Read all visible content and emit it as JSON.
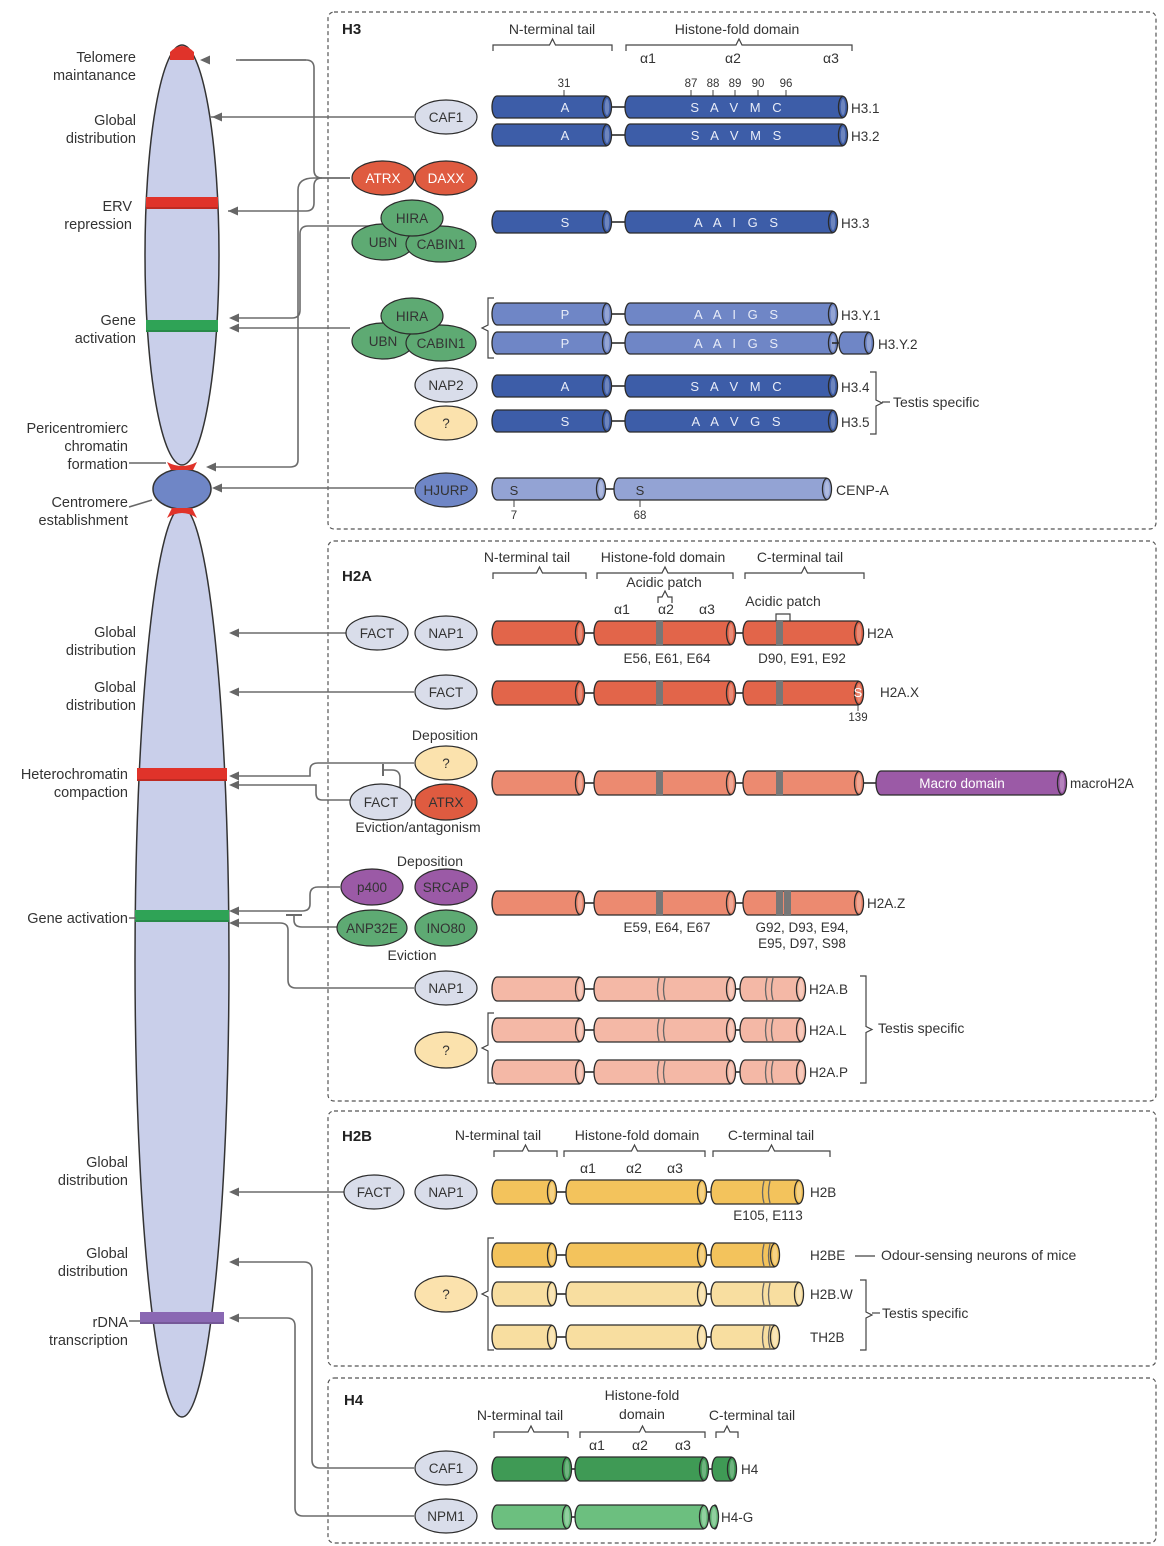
{
  "colors": {
    "h3": "#3d5da8",
    "h3_light": "#6f86c6",
    "cenpa": "#93a3d4",
    "h2a": "#e2654a",
    "h2a_mid": "#ec8a70",
    "h2a_light": "#f4b8a6",
    "h2b": "#f3c35c",
    "h2b_light": "#f8dea0",
    "h4": "#3f9a55",
    "h4_light": "#6cbf7f",
    "chap_grey": "#d9ddea",
    "chap_red": "#df5b40",
    "chap_green": "#5eaa73",
    "chap_yellow": "#fbe2ad",
    "chap_purple": "#9b5aa6",
    "chap_blue": "#6f86c6",
    "chrom_body": "#c9cfea",
    "band_red": "#e0332a",
    "band_green": "#2fa356",
    "band_purple": "#8a68b3"
  },
  "chromosome_labels": [
    "Telomere\nmaintanance",
    "Global\ndistribution",
    "ERV\nrepression",
    "Gene\nactivation",
    "Pericentromierc\nchromatin\nformation",
    "Centromere\nestablishment",
    "Global\ndistribution",
    "Global\ndistribution",
    "Heterochromatin\ncompaction",
    "Gene activation",
    "Global\ndistribution",
    "Global\ndistribution",
    "rDNA\ntranscription"
  ],
  "h3": {
    "title": "H3",
    "domain_headers": [
      "N-terminal tail",
      "Histone-fold domain"
    ],
    "helices": [
      "α1",
      "α2",
      "α3"
    ],
    "positions": [
      "31",
      "87",
      "88",
      "89",
      "90",
      "96"
    ],
    "chaperones": [
      "CAF1",
      "ATRX",
      "DAXX",
      "HIRA",
      "UBN",
      "CABIN1",
      "HIRA",
      "UBN",
      "CABIN1",
      "NAP2",
      "?",
      "HJURP"
    ],
    "variants": [
      {
        "name": "H3.1",
        "tail": "A",
        "fold": "S A V M C"
      },
      {
        "name": "H3.2",
        "tail": "A",
        "fold": "S A V M S"
      },
      {
        "name": "H3.3",
        "tail": "S",
        "fold": "A A I G S"
      },
      {
        "name": "H3.Y.1",
        "tail": "P",
        "fold": "A A I G S"
      },
      {
        "name": "H3.Y.2",
        "tail": "P",
        "fold": "A A I G S"
      },
      {
        "name": "H3.4",
        "tail": "A",
        "fold": "S A V M C"
      },
      {
        "name": "H3.5",
        "tail": "S",
        "fold": "A A V G S"
      },
      {
        "name": "CENP-A",
        "tail": "S",
        "fold": "S"
      }
    ],
    "cenpa_positions": [
      "7",
      "68"
    ],
    "testis_note": "Testis specific"
  },
  "h2a": {
    "title": "H2A",
    "domain_headers": [
      "N-terminal tail",
      "Histone-fold domain",
      "C-terminal tail"
    ],
    "acidic_patch": "Acidic patch",
    "helices": [
      "α1",
      "α2",
      "α3"
    ],
    "residues_fold": "E56, E61, E64",
    "residues_c": "D90, E91, E92",
    "h2ax_pos": "139",
    "h2ax_residue": "S",
    "macro_domain": "Macro domain",
    "deposition": "Deposition",
    "eviction_antagonism": "Eviction/antagonism",
    "eviction": "Eviction",
    "h2az_fold": "E59, E64, E67",
    "h2az_c_line1": "G92, D93, E94,",
    "h2az_c_line2": "E95, D97, S98",
    "chaperones": [
      "FACT",
      "NAP1",
      "FACT",
      "?",
      "FACT",
      "ATRX",
      "p400",
      "SRCAP",
      "ANP32E",
      "INO80",
      "NAP1",
      "?"
    ],
    "variants": [
      "H2A",
      "H2A.X",
      "macroH2A",
      "H2A.Z",
      "H2A.B",
      "H2A.L",
      "H2A.P"
    ],
    "testis_note": "Testis specific"
  },
  "h2b": {
    "title": "H2B",
    "domain_headers": [
      "N-terminal tail",
      "Histone-fold domain",
      "C-terminal tail"
    ],
    "helices": [
      "α1",
      "α2",
      "α3"
    ],
    "residues": "E105, E113",
    "chaperones": [
      "FACT",
      "NAP1",
      "?"
    ],
    "variants": [
      "H2B",
      "H2BE",
      "H2B.W",
      "TH2B"
    ],
    "odour_note": "Odour-sensing neurons of mice",
    "testis_note": "Testis specific"
  },
  "h4": {
    "title": "H4",
    "domain_headers": [
      "N-terminal tail",
      "Histone-fold\ndomain",
      "C-terminal tail"
    ],
    "helices": [
      "α1",
      "α2",
      "α3"
    ],
    "chaperones": [
      "CAF1",
      "NPM1"
    ],
    "variants": [
      "H4",
      "H4-G"
    ]
  }
}
